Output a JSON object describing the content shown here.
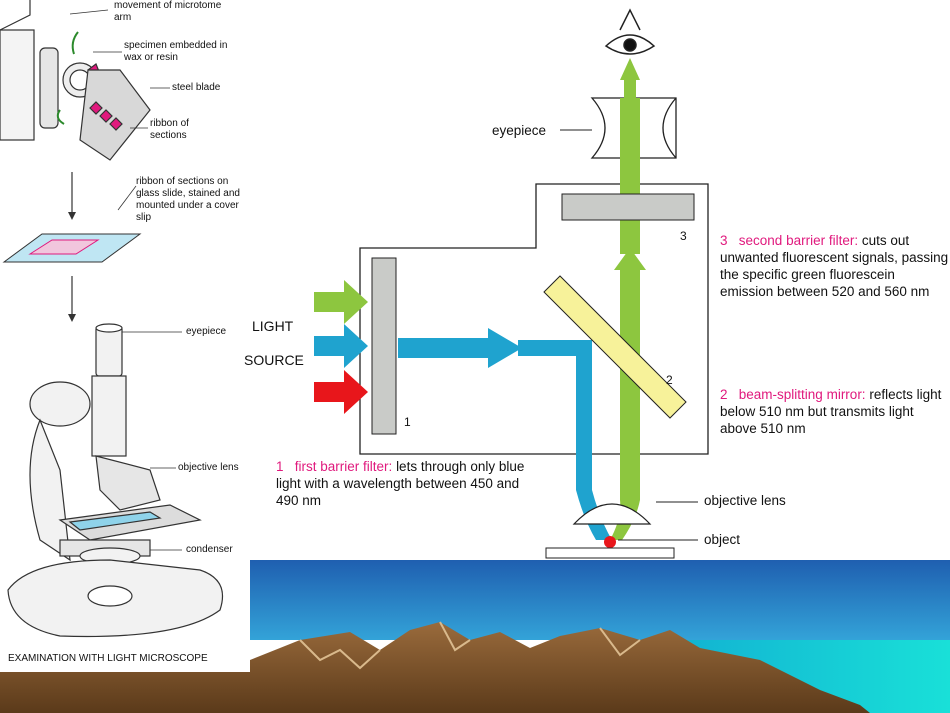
{
  "left_panel": {
    "arm_label": "movement of microtome arm",
    "specimen_label": "specimen embedded in wax or resin",
    "blade_label": "steel blade",
    "ribbon_label": "ribbon of sections",
    "slide_label": "ribbon of sections on glass slide, stained and mounted under a cover slip",
    "eyepiece_label": "eyepiece",
    "objective_label": "objective lens",
    "condenser_label": "condenser",
    "caption": "EXAMINATION WITH LIGHT MICROSCOPE"
  },
  "right_panel": {
    "light_label": "LIGHT",
    "source_label": "SOURCE",
    "eyepiece_label": "eyepiece",
    "objective_label": "objective lens",
    "object_label": "object",
    "num1": "1",
    "num2": "2",
    "num3": "3",
    "note1_num": "1",
    "note1_title": "first barrier filter:",
    "note1_rest": "lets through only blue light with a wavelength between 450 and 490 nm",
    "note2_num": "2",
    "note2_title": "beam-splitting mirror:",
    "note2_rest": "reflects light below 510 nm but transmits light above 510 nm",
    "note3_num": "3",
    "note3_title": "second barrier filter:",
    "note3_rest": "cuts out unwanted fluorescent signals, passing the specific green fluorescein emission between 520 and 560 nm"
  },
  "colors": {
    "green": "#8dc63f",
    "blue": "#1fa3cf",
    "red": "#e8161b",
    "pink": "#e0197d",
    "mirror": "#f7f29a",
    "filter": "#c9cbc8"
  }
}
